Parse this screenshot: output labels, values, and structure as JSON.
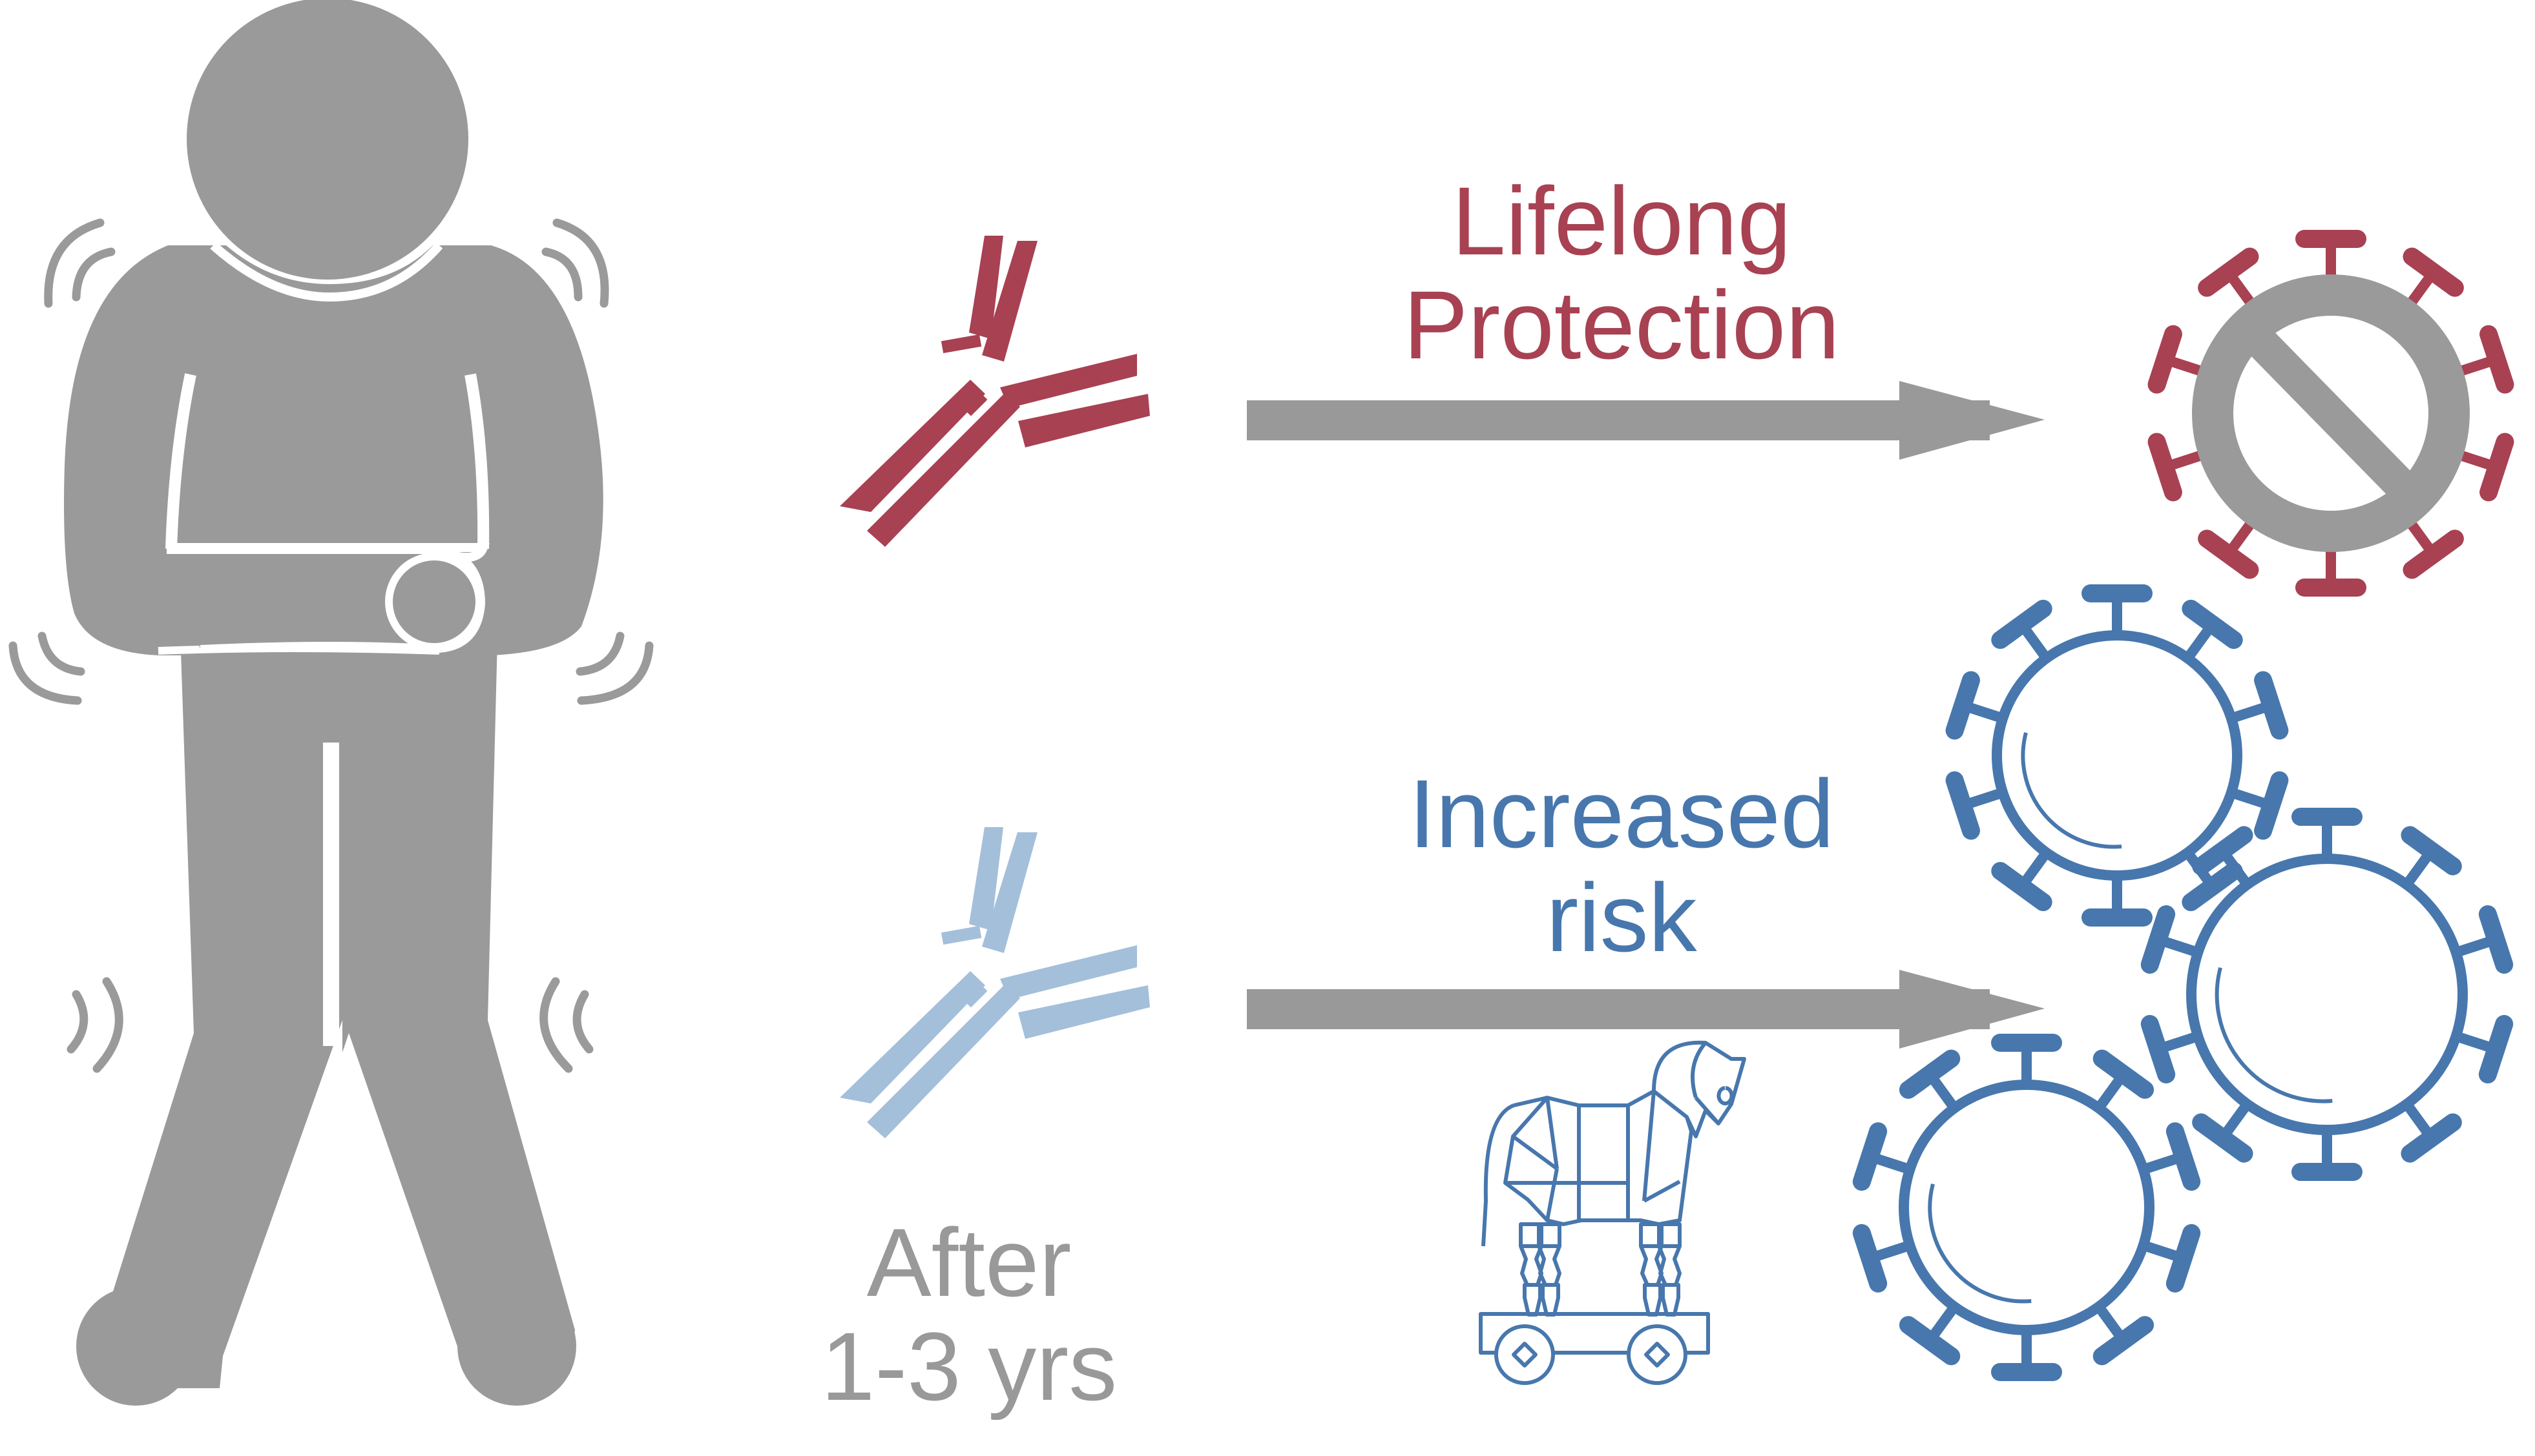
{
  "colors": {
    "figure_gray": "#9a9a9a",
    "arrow_gray": "#999999",
    "protective_red": "#a84152",
    "risk_blue": "#4777ad",
    "waning_antibody_blue": "#a4bfda",
    "ban_sign_gray": "#9a9a9a",
    "label_gray": "#999999"
  },
  "icons": {
    "person": "sick-person-icon",
    "strong_antibody": "antibody-icon",
    "waning_antibody": "antibody-icon",
    "neutralized_virus": "virus-icon",
    "ban_sign": "prohibition-icon",
    "risk_viruses": "virus-icon",
    "trojan_horse": "trojan-horse-icon",
    "arrows": "right-arrow-icon"
  },
  "labels": {
    "protection_line1": "Lifelong",
    "protection_line2": "Protection",
    "risk_line1": "Increased",
    "risk_line2": "risk",
    "after_line1": "After",
    "after_line2": "1-3 yrs"
  }
}
